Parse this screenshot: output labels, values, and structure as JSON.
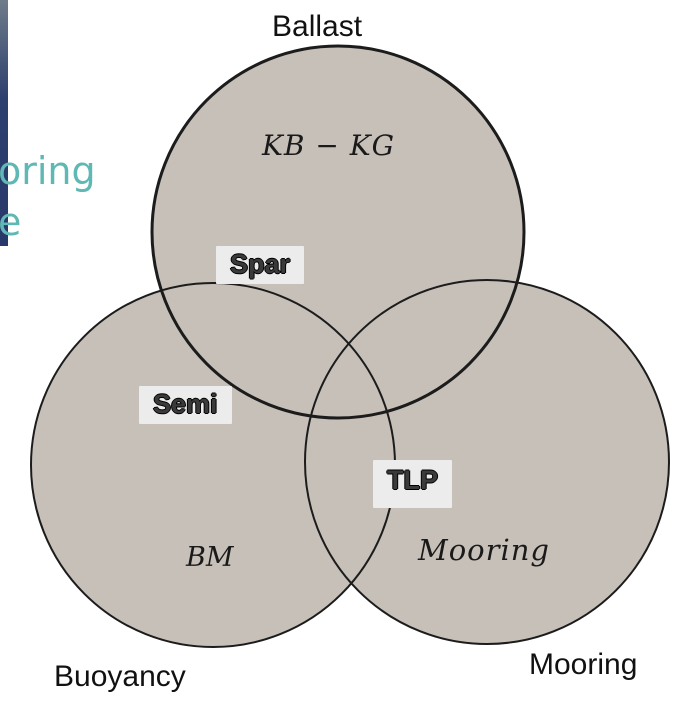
{
  "background_fragment": {
    "line1": "oring",
    "line2": "e"
  },
  "circles": {
    "ballast": {
      "label": "Ballast",
      "formula": "KB − KG"
    },
    "buoyancy": {
      "label": "Buoyancy",
      "formula": "BM"
    },
    "mooring": {
      "label": "Mooring",
      "formula": "Mooring"
    }
  },
  "regions": {
    "spar": "Spar",
    "semi": "Semi",
    "tlp": "TLP"
  },
  "colors": {
    "circle_fill": "#c7c0b9",
    "circle_stroke": "#1c1c1c",
    "tag_bg": "#ececec",
    "fragment_text": "#5fb8b3"
  }
}
